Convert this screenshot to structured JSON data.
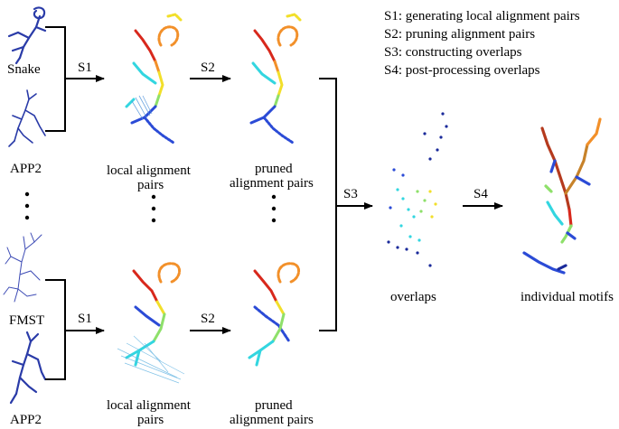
{
  "inputs": {
    "top": [
      "Snake",
      "APP2"
    ],
    "bottom": [
      "FMST",
      "APP2"
    ]
  },
  "steps": {
    "s1": "S1",
    "s2": "S2",
    "s3": "S3",
    "s4": "S4"
  },
  "stages": {
    "local_top_1": "local alignment",
    "local_top_2": "pairs",
    "pruned_top_1": "pruned",
    "pruned_top_2": "alignment pairs",
    "local_bottom_1": "local alignment",
    "local_bottom_2": "pairs",
    "pruned_bottom_1": "pruned",
    "pruned_bottom_2": "alignment pairs",
    "overlaps": "overlaps",
    "motifs": "individual motifs"
  },
  "legend": [
    "S1: generating local alignment pairs",
    "S2: pruning alignment pairs",
    "S3: constructing overlaps",
    "S4: post-processing overlaps"
  ],
  "colors": {
    "navy": "#1a2a9a",
    "blue": "#2b4bd6",
    "cyan": "#33d6e0",
    "green": "#8ee06a",
    "yellow": "#f2df2a",
    "orange": "#f2902a",
    "red": "#d8281c",
    "brown": "#b53a1e"
  }
}
